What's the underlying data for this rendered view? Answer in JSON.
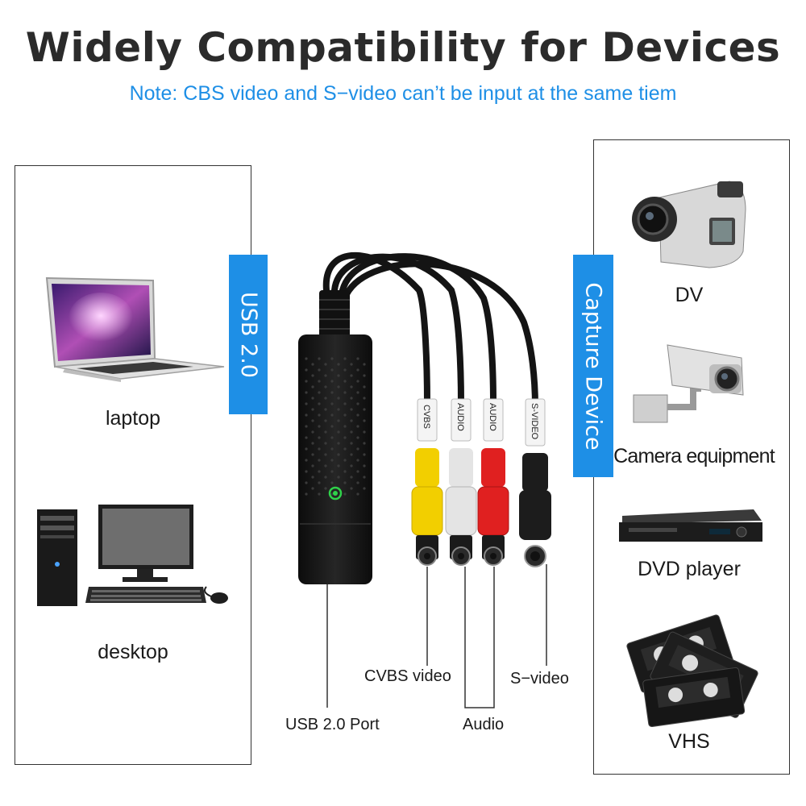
{
  "header": {
    "title": "Widely Compatibility for Devices",
    "note": "Note: CBS video and S−video can’t be input at the same tiem",
    "note_color": "#1e8fe6"
  },
  "left_panel": {
    "tag": "USB 2.0",
    "devices": [
      {
        "label": "laptop",
        "icon": "laptop-icon"
      },
      {
        "label": "desktop",
        "icon": "desktop-computer-icon"
      }
    ]
  },
  "right_panel": {
    "tag": "Capture Device",
    "devices": [
      {
        "label": "DV",
        "icon": "camcorder-icon"
      },
      {
        "label": "Camera equipment",
        "icon": "security-camera-icon"
      },
      {
        "label": "DVD player",
        "icon": "dvd-player-icon"
      },
      {
        "label": "VHS",
        "icon": "vhs-tapes-icon"
      }
    ]
  },
  "adapter": {
    "icon": "usb-video-capture-adapter-icon",
    "cable_labels": [
      "CVBS",
      "AUDIO",
      "AUDIO",
      "S-VIDEO"
    ],
    "callouts": {
      "usb_port": "USB 2.0 Port",
      "cvbs": "CVBS video",
      "audio": "Audio",
      "svideo": "S−video"
    }
  },
  "colors": {
    "accent_blue": "#1e8fe6",
    "rca_yellow": "#f2cf00",
    "rca_white": "#e4e4e4",
    "rca_red": "#e02020",
    "svideo_black": "#1c1c1c"
  }
}
